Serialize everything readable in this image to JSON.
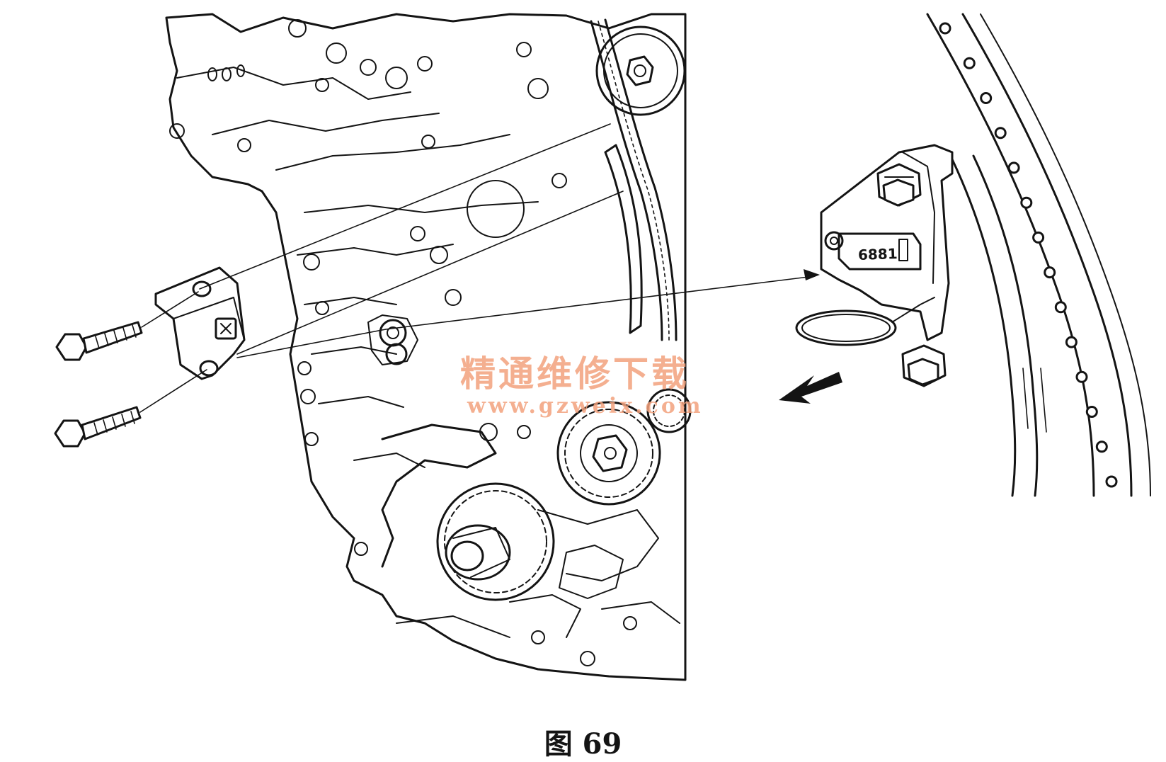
{
  "figure": {
    "caption": "图 69",
    "part_marking": "6881"
  },
  "watermark": {
    "line1": "精通维修下载",
    "line2": "www.gzweix.com",
    "color": "#f3a27d"
  },
  "icons": {
    "direction_arrow": "arrow-left-down-icon",
    "bolt": "flange-bolt-icon"
  }
}
